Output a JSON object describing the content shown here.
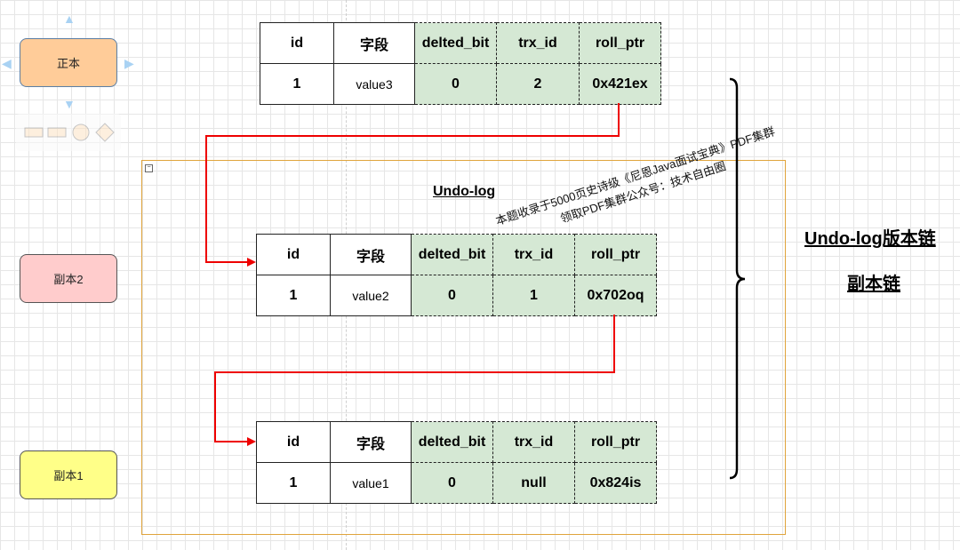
{
  "palette": {
    "main_copy": "正本",
    "copy2": "副本2",
    "copy1": "副本1",
    "colors": {
      "main": "#ffcc99",
      "copy2": "#ffcccc",
      "copy1": "#ffff88"
    }
  },
  "headers": [
    "id",
    "字段",
    "delted_bit",
    "trx_id",
    "roll_ptr"
  ],
  "rows": {
    "current": [
      "1",
      "value3",
      "0",
      "2",
      "0x421ex"
    ],
    "copy2": [
      "1",
      "value2",
      "0",
      "1",
      "0x702oq"
    ],
    "copy1": [
      "1",
      "value1",
      "0",
      "null",
      "0x824is"
    ]
  },
  "undo_title": "Undo-log",
  "chain_title_1": "Undo-log版本链",
  "chain_title_2": "副本链",
  "watermark_line1": "本题收录于5000页史诗级《尼恩Java面试宝典》PDF集群",
  "watermark_line2": "领取PDF集群公众号：技术自由圈",
  "arrow_color": "#ee0000",
  "frame_color": "#e0a43c",
  "cell_fill": "#d5e8d4"
}
